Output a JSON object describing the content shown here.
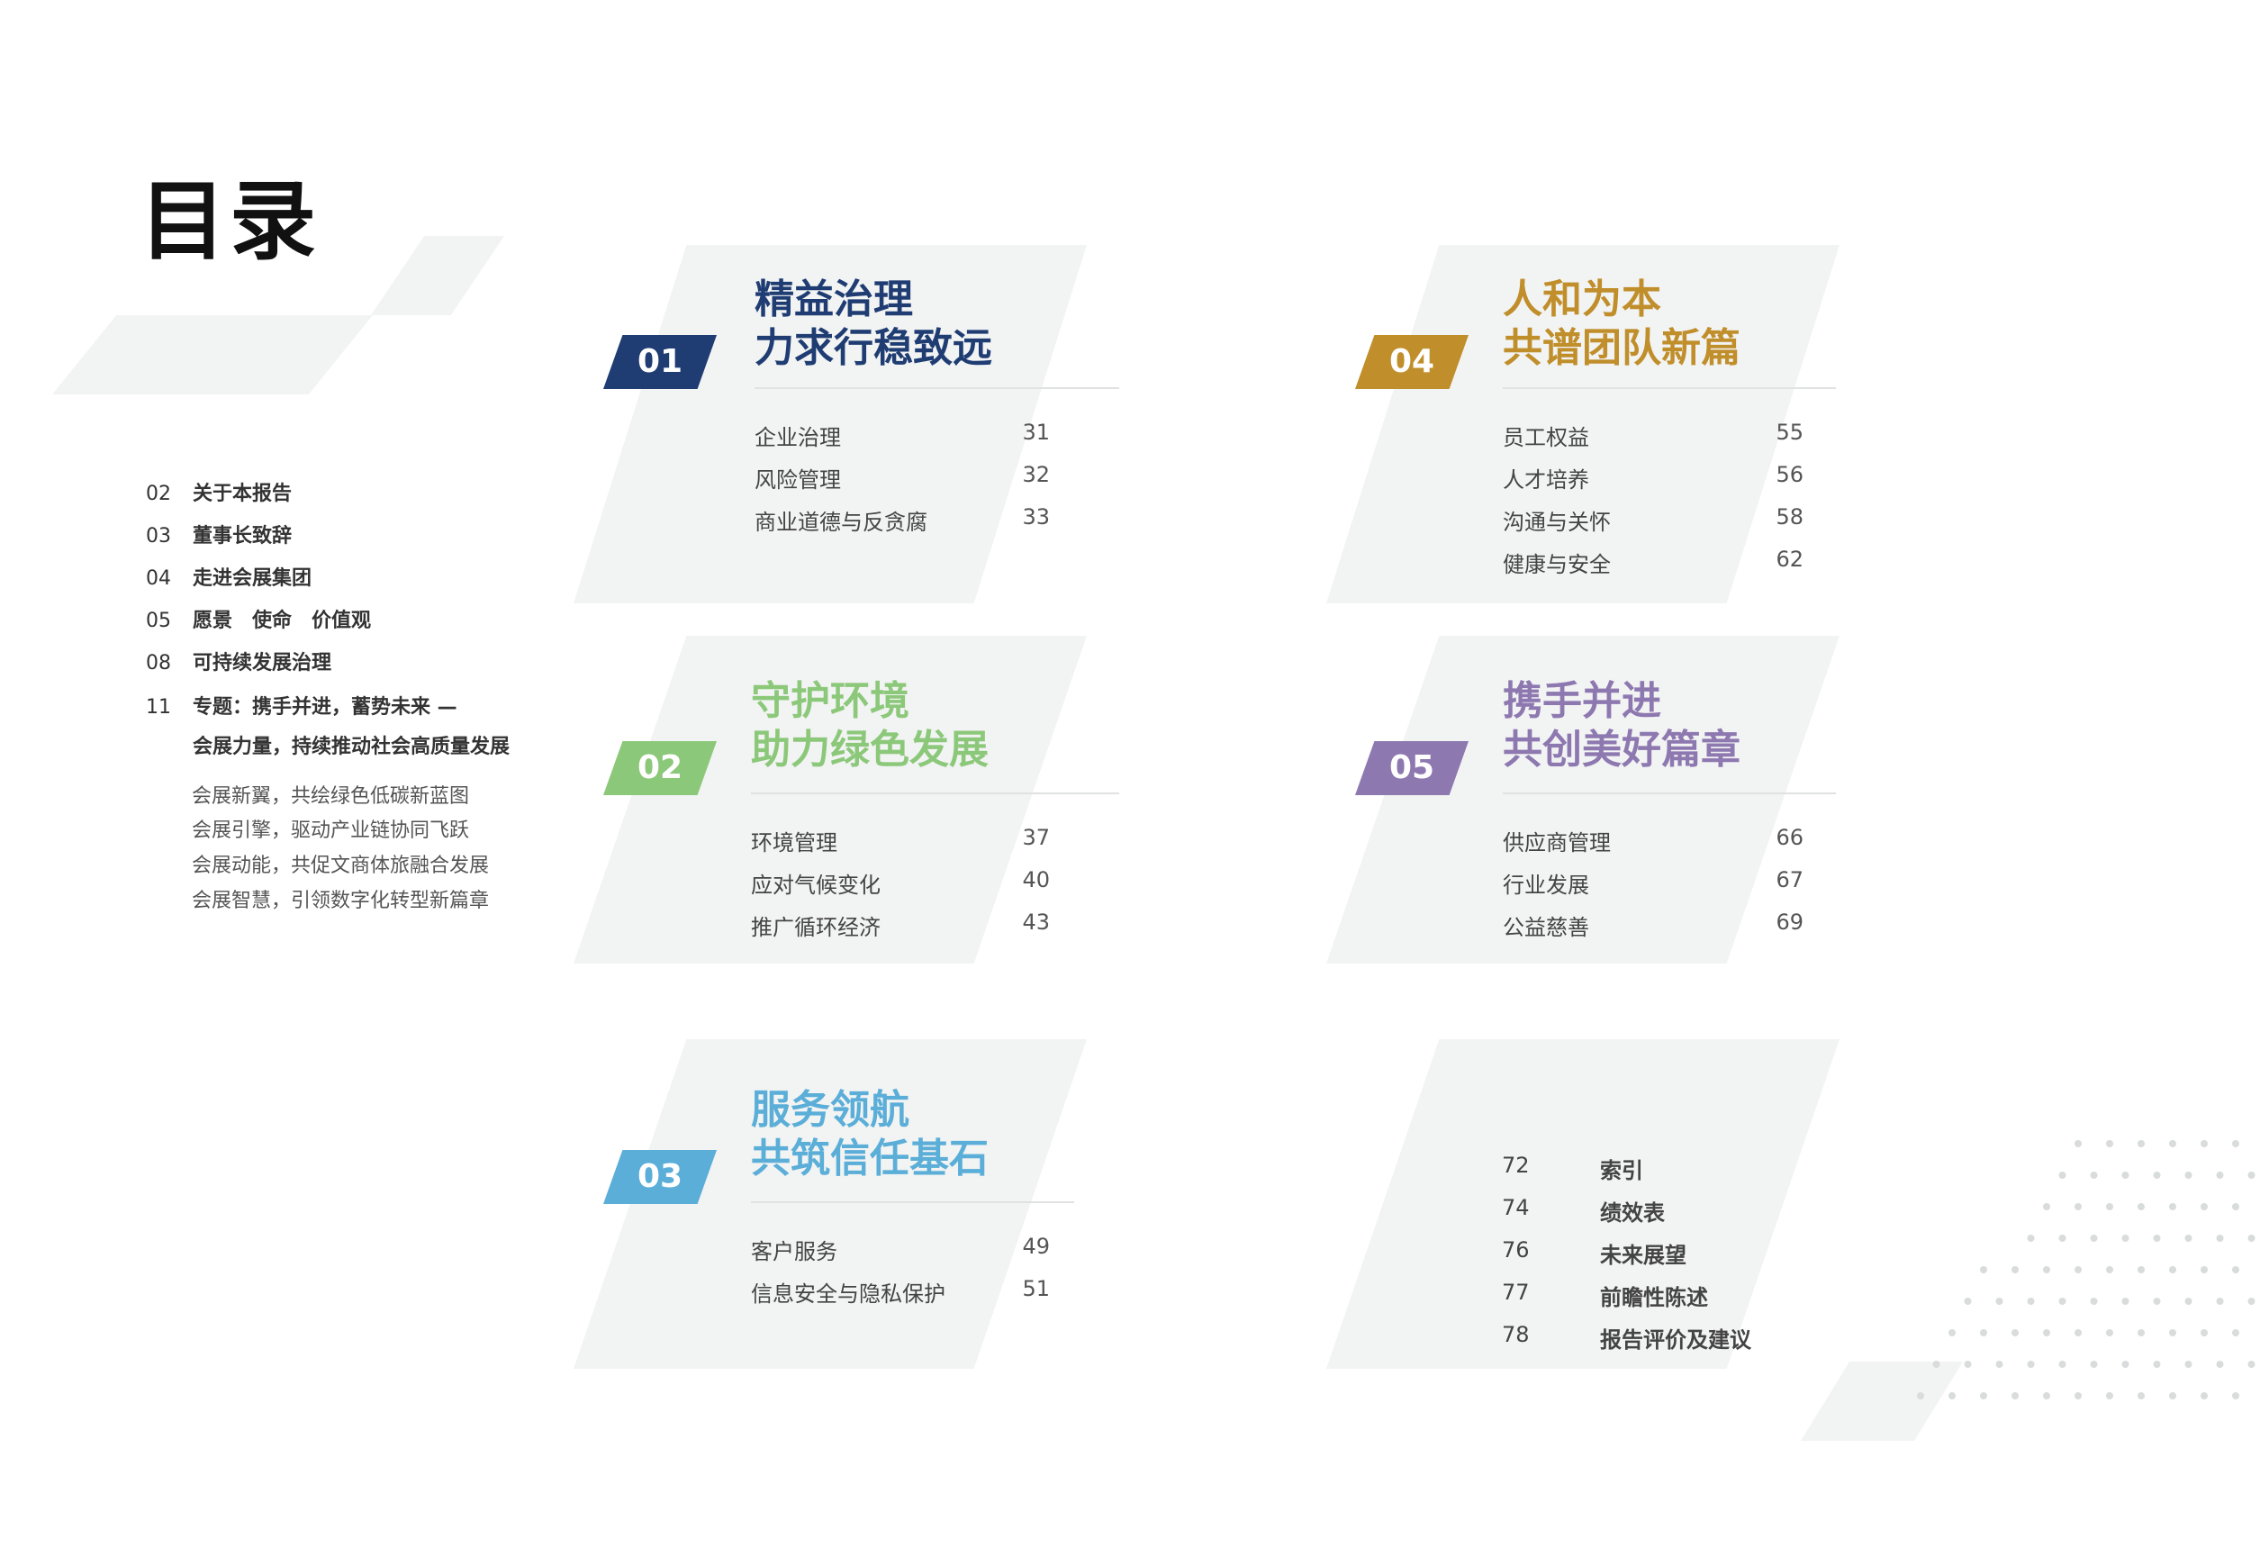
{
  "title": "目录",
  "nav": [
    {
      "num": "02",
      "label": "关于本报告"
    },
    {
      "num": "03",
      "label": "董事长致辞"
    },
    {
      "num": "04",
      "label": "走进会展集团"
    },
    {
      "num": "05",
      "label": "愿景　使命　价值观"
    },
    {
      "num": "08",
      "label": "可持续发展治理"
    },
    {
      "num": "11",
      "label": "专题：携手并进，蓄势未来 —",
      "label2": "会展力量，持续推动社会高质量发展"
    }
  ],
  "nav_sub": [
    "会展新翼，共绘绿色低碳新蓝图",
    "会展引擎，驱动产业链协同飞跃",
    "会展动能，共促文商体旅融合发展",
    "会展智慧，引领数字化转型新篇章"
  ],
  "sections": [
    {
      "badge": "01",
      "color": "#1f3d73",
      "title1": "精益治理",
      "title2": "力求行稳致远",
      "items": [
        {
          "label": "企业治理",
          "page": "31"
        },
        {
          "label": "风险管理",
          "page": "32"
        },
        {
          "label": "商业道德与反贪腐",
          "page": "33"
        }
      ]
    },
    {
      "badge": "02",
      "color": "#8cc87a",
      "title1": "守护环境",
      "title2": "助力绿色发展",
      "items": [
        {
          "label": "环境管理",
          "page": "37"
        },
        {
          "label": "应对气候变化",
          "page": "40"
        },
        {
          "label": "推广循环经济",
          "page": "43"
        }
      ]
    },
    {
      "badge": "03",
      "color": "#5aaed8",
      "title1": "服务领航",
      "title2": "共筑信任基石",
      "items": [
        {
          "label": "客户服务",
          "page": "49"
        },
        {
          "label": "信息安全与隐私保护",
          "page": "51"
        }
      ]
    },
    {
      "badge": "04",
      "color": "#c08e2a",
      "title1": "人和为本",
      "title2": "共谱团队新篇",
      "items": [
        {
          "label": "员工权益",
          "page": "55"
        },
        {
          "label": "人才培养",
          "page": "56"
        },
        {
          "label": "沟通与关怀",
          "page": "58"
        },
        {
          "label": "健康与安全",
          "page": "62"
        }
      ]
    },
    {
      "badge": "05",
      "color": "#8d78b0",
      "title1": "携手并进",
      "title2": "共创美好篇章",
      "items": [
        {
          "label": "供应商管理",
          "page": "66"
        },
        {
          "label": "行业发展",
          "page": "67"
        },
        {
          "label": "公益慈善",
          "page": "69"
        }
      ]
    }
  ],
  "appendix": [
    {
      "page": "72",
      "label": "索引"
    },
    {
      "page": "74",
      "label": "绩效表"
    },
    {
      "page": "76",
      "label": "未来展望"
    },
    {
      "page": "77",
      "label": "前瞻性陈述"
    },
    {
      "page": "78",
      "label": "报告评价及建议"
    }
  ]
}
